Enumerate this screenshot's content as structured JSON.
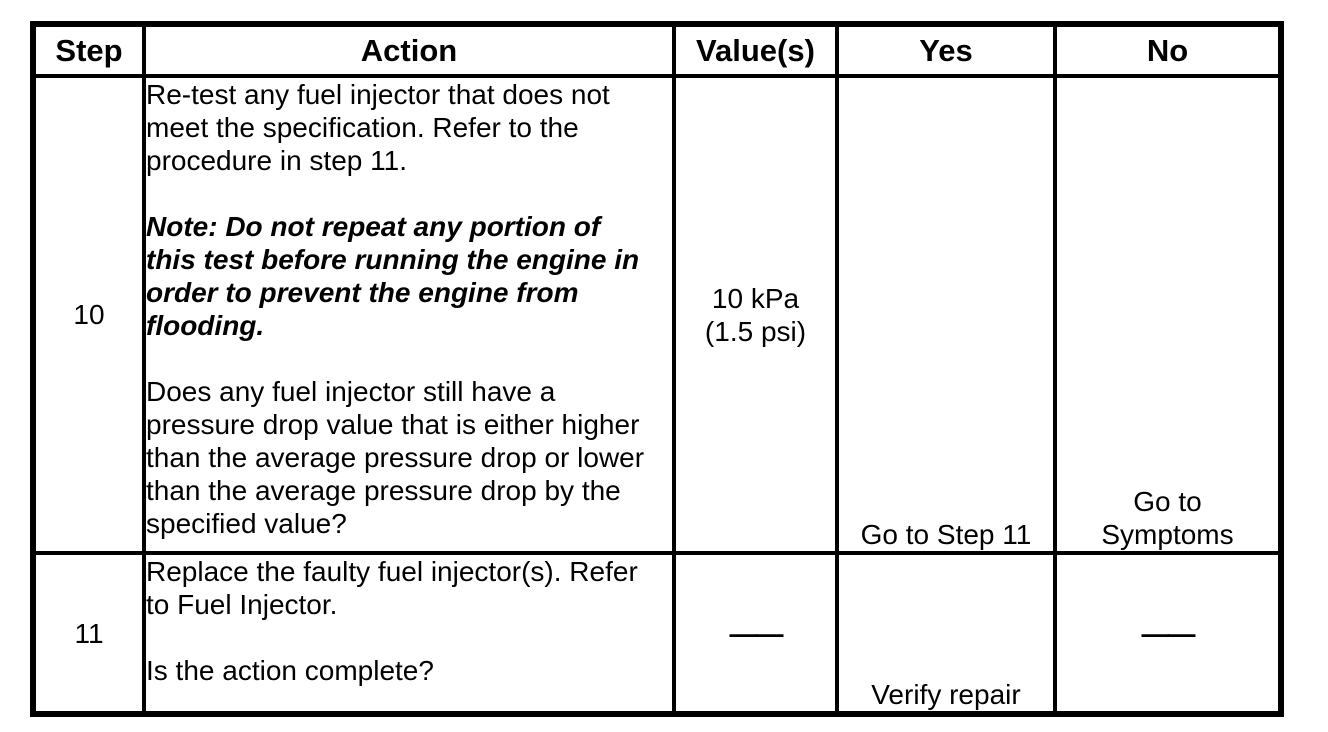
{
  "table": {
    "headers": [
      "Step",
      "Action",
      "Value(s)",
      "Yes",
      "No"
    ],
    "colors": {
      "border": "#000000",
      "text": "#000000",
      "background": "#ffffff"
    },
    "rows": [
      {
        "step": "10",
        "action_paragraphs": [
          {
            "style": "normal",
            "lines": [
              "Re-test any fuel injector that does not",
              "meet the specification. Refer to the",
              "procedure in step 11."
            ]
          },
          {
            "style": "note",
            "lines": [
              "Note: Do not repeat any portion of",
              "this test before running the engine in",
              "order to prevent the engine from",
              "flooding."
            ]
          },
          {
            "style": "normal",
            "lines": [
              "Does any fuel injector still have a",
              "pressure drop value that is either higher",
              "than the average pressure drop or lower",
              "than the average pressure drop by the",
              "specified value?"
            ]
          }
        ],
        "value_lines": [
          "10 kPa",
          "(1.5 psi)"
        ],
        "yes": "Go to Step 11",
        "no_lines": [
          "Go to",
          "Symptoms"
        ]
      },
      {
        "step": "11",
        "action_paragraphs": [
          {
            "style": "normal",
            "lines": [
              "Replace the faulty fuel injector(s). Refer",
              "to Fuel Injector."
            ]
          },
          {
            "style": "normal",
            "lines": [
              "Is the action complete?"
            ]
          }
        ],
        "value_lines": [
          "——"
        ],
        "yes": "Verify repair",
        "no_lines": [
          "——"
        ]
      }
    ]
  }
}
